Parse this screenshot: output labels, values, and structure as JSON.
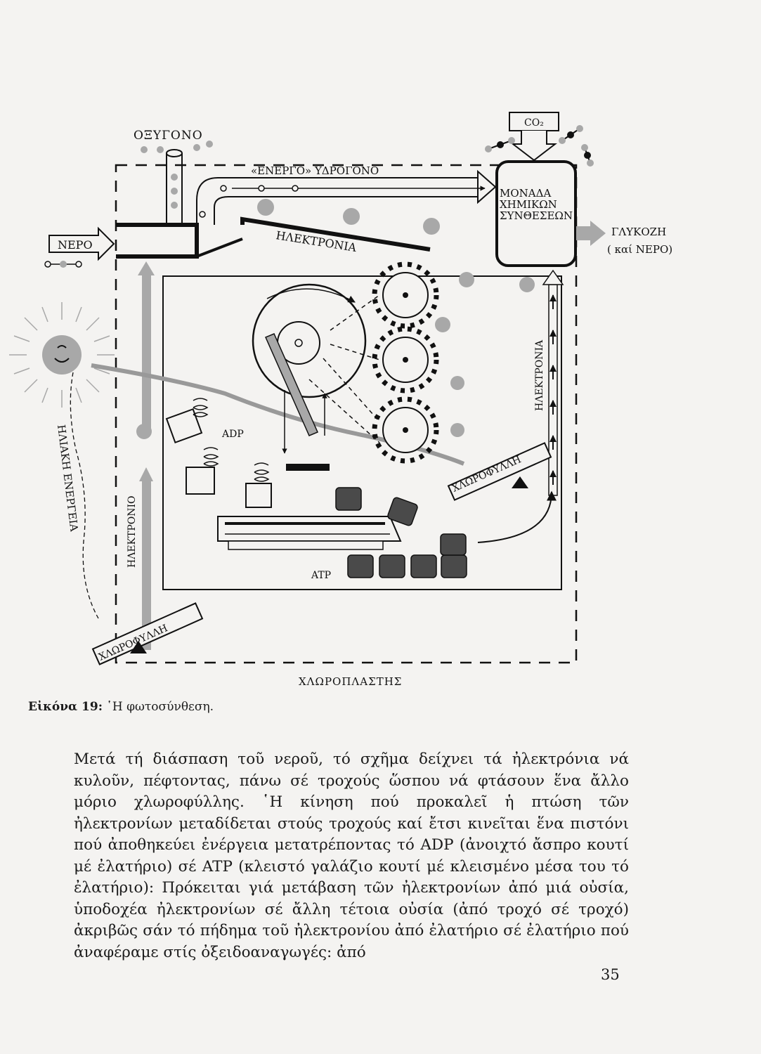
{
  "diagram": {
    "oxygen": "ΟΞΥΓΟΝΟ",
    "co2": "CO₂",
    "active_hydrogen": "«ΕΝΕΡΓΟ» ΥΔΡΟΓΟΝΟ",
    "synthesis_unit": [
      "ΜΟΝΑΔΑ",
      "ΧΗΜΙΚΩΝ",
      "ΣΥΝΘΕΣΕΩΝ"
    ],
    "glucose": "ΓΛΥΚΟΖΗ",
    "and_water": "( καί ΝΕΡΟ)",
    "water": "ΝΕΡΟ",
    "electrons_upper": "ΗΛΕΚΤΡΟΝΙΑ",
    "electrons_right": "ΗΛΕΚΤΡΟΝΙΑ",
    "electrons_left": "ΗΛΕΚΤΡΟΝΙΟ",
    "adp": "ADP",
    "atp": "ATP",
    "chlorophyll_right": "ΧΛΩΡΟΦΥΛΛΗ",
    "chlorophyll_left": "ΧΛΩΡΟΦΥΛΛΗ",
    "solar_energy": "ΗΛΙΑΚΗ ΕΝΕΡΓΕΙΑ",
    "chloroplast": "ΧΛΩΡΟΠΛΑΣΤΗΣ"
  },
  "caption": {
    "label": "Εἰκόνα 19:",
    "text": "῾Η φωτοσύνθεση."
  },
  "body_text": "Μετά τή διάσπαση τοῦ νεροῦ, τό σχῆμα δείχνει τά ἠλεκτρόνια νά κυλοῦν, πέφτοντας, πάνω σέ τροχούς ὥσπου νά φτάσουν ἕνα ἄλλο μόριο χλωροφύλλης. ῾Η κίνηση πού προκαλεῖ ἡ πτώση τῶν ἠλεκτρονίων μεταδίδεται στούς τροχούς καί ἔτσι κινεῖται ἕνα πιστόνι πού ἀποθηκεύει ἐνέργεια μετατρέποντας τό ADP (ἀνοιχτό ἄσπρο κουτί μέ ἐλατήριο) σέ ATP (κλειστό γαλάζιο κουτί μέ κλεισμένο μέσα του τό ἐλατήριο): Πρόκειται γιά μετάβαση τῶν ἠλεκτρονίων ἀπό μιά οὐσία, ὑποδοχέα ἠλεκτρονίων σέ ἄλλη τέτοια οὐσία (ἀπό τροχό σέ τροχό) ἀκριβῶς σάν τό πήδημα τοῦ ἠλεκτρονίου ἀπό ἐλατήριο σέ ἐλατήριο πού ἀναφέραμε στίς ὀξειδοαναγωγές: ἀπό",
  "page_number": "35",
  "colors": {
    "ink": "#111111",
    "grey_fill": "#a8a8a8",
    "dark_fill": "#4a4a4a",
    "paper": "#f4f3f1"
  }
}
